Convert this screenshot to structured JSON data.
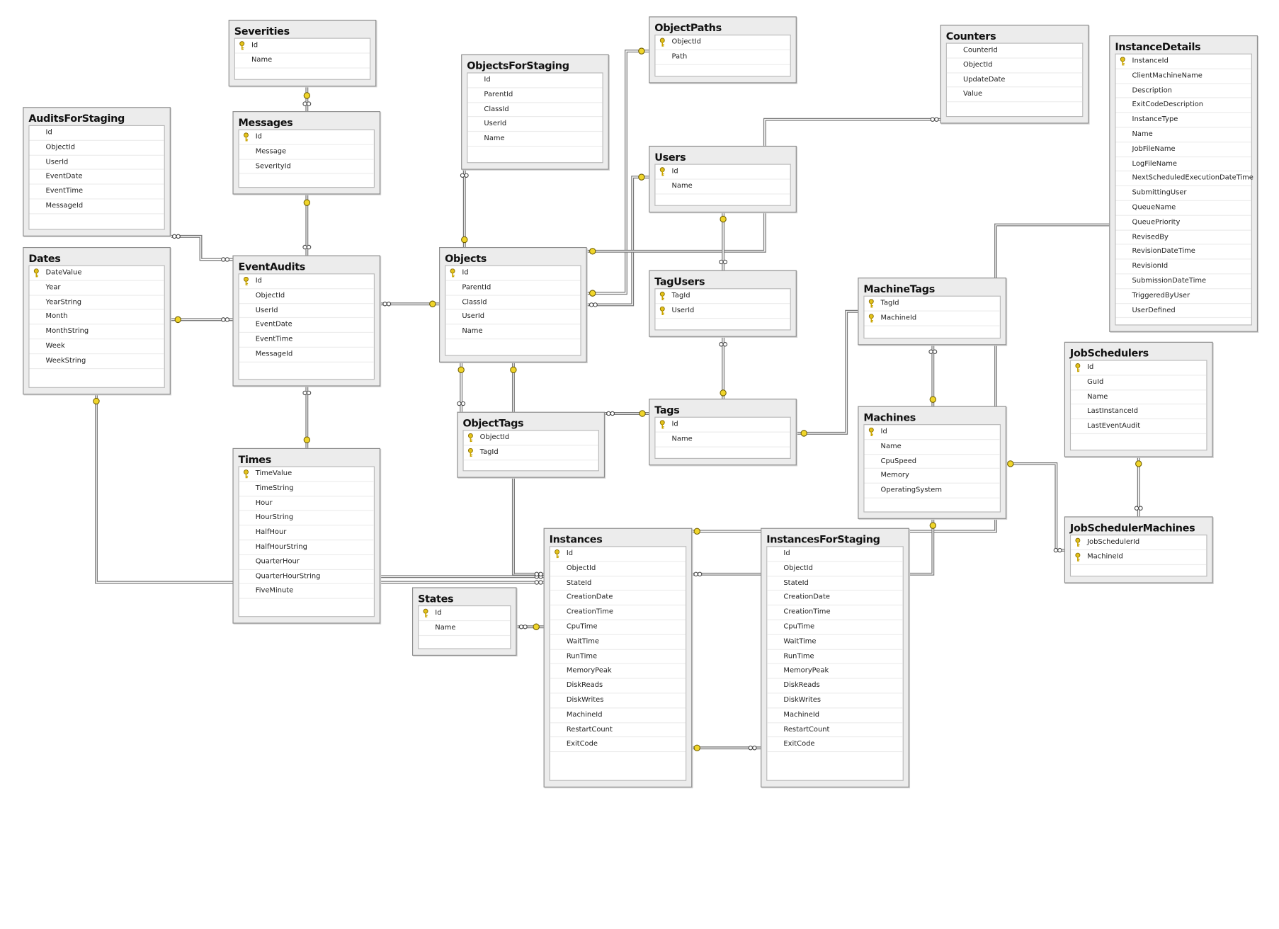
{
  "colors": {
    "line": "#7a7a7a",
    "inner_line": "#ffffff",
    "key": "#e3c21a",
    "endpoint": "#f0d52a"
  },
  "tables": [
    {
      "name": "Severities",
      "columns": [
        {
          "name": "Id",
          "pk": true
        },
        {
          "name": "Name",
          "pk": false
        }
      ]
    },
    {
      "name": "Messages",
      "columns": [
        {
          "name": "Id",
          "pk": true
        },
        {
          "name": "Message",
          "pk": false
        },
        {
          "name": "SeverityId",
          "pk": false
        }
      ]
    },
    {
      "name": "AuditsForStaging",
      "columns": [
        {
          "name": "Id",
          "pk": false
        },
        {
          "name": "ObjectId",
          "pk": false
        },
        {
          "name": "UserId",
          "pk": false
        },
        {
          "name": "EventDate",
          "pk": false
        },
        {
          "name": "EventTime",
          "pk": false
        },
        {
          "name": "MessageId",
          "pk": false
        }
      ]
    },
    {
      "name": "Dates",
      "columns": [
        {
          "name": "DateValue",
          "pk": true
        },
        {
          "name": "Year",
          "pk": false
        },
        {
          "name": "YearString",
          "pk": false
        },
        {
          "name": "Month",
          "pk": false
        },
        {
          "name": "MonthString",
          "pk": false
        },
        {
          "name": "Week",
          "pk": false
        },
        {
          "name": "WeekString",
          "pk": false
        }
      ]
    },
    {
      "name": "EventAudits",
      "columns": [
        {
          "name": "Id",
          "pk": true
        },
        {
          "name": "ObjectId",
          "pk": false
        },
        {
          "name": "UserId",
          "pk": false
        },
        {
          "name": "EventDate",
          "pk": false
        },
        {
          "name": "EventTime",
          "pk": false
        },
        {
          "name": "MessageId",
          "pk": false
        }
      ]
    },
    {
      "name": "Times",
      "columns": [
        {
          "name": "TimeValue",
          "pk": true
        },
        {
          "name": "TimeString",
          "pk": false
        },
        {
          "name": "Hour",
          "pk": false
        },
        {
          "name": "HourString",
          "pk": false
        },
        {
          "name": "HalfHour",
          "pk": false
        },
        {
          "name": "HalfHourString",
          "pk": false
        },
        {
          "name": "QuarterHour",
          "pk": false
        },
        {
          "name": "QuarterHourString",
          "pk": false
        },
        {
          "name": "FiveMinute",
          "pk": false
        }
      ]
    },
    {
      "name": "ObjectsForStaging",
      "columns": [
        {
          "name": "Id",
          "pk": false
        },
        {
          "name": "ParentId",
          "pk": false
        },
        {
          "name": "ClassId",
          "pk": false
        },
        {
          "name": "UserId",
          "pk": false
        },
        {
          "name": "Name",
          "pk": false
        }
      ]
    },
    {
      "name": "Objects",
      "columns": [
        {
          "name": "Id",
          "pk": true
        },
        {
          "name": "ParentId",
          "pk": false
        },
        {
          "name": "ClassId",
          "pk": false
        },
        {
          "name": "UserId",
          "pk": false
        },
        {
          "name": "Name",
          "pk": false
        }
      ]
    },
    {
      "name": "ObjectTags",
      "columns": [
        {
          "name": "ObjectId",
          "pk": true
        },
        {
          "name": "TagId",
          "pk": true
        }
      ]
    },
    {
      "name": "States",
      "columns": [
        {
          "name": "Id",
          "pk": true
        },
        {
          "name": "Name",
          "pk": false
        }
      ]
    },
    {
      "name": "ObjectPaths",
      "columns": [
        {
          "name": "ObjectId",
          "pk": true
        },
        {
          "name": "Path",
          "pk": false
        }
      ]
    },
    {
      "name": "Users",
      "columns": [
        {
          "name": "Id",
          "pk": true
        },
        {
          "name": "Name",
          "pk": false
        }
      ]
    },
    {
      "name": "TagUsers",
      "columns": [
        {
          "name": "TagId",
          "pk": true
        },
        {
          "name": "UserId",
          "pk": true
        }
      ]
    },
    {
      "name": "Tags",
      "columns": [
        {
          "name": "Id",
          "pk": true
        },
        {
          "name": "Name",
          "pk": false
        }
      ]
    },
    {
      "name": "Counters",
      "columns": [
        {
          "name": "CounterId",
          "pk": false
        },
        {
          "name": "ObjectId",
          "pk": false
        },
        {
          "name": "UpdateDate",
          "pk": false
        },
        {
          "name": "Value",
          "pk": false
        }
      ]
    },
    {
      "name": "MachineTags",
      "columns": [
        {
          "name": "TagId",
          "pk": true
        },
        {
          "name": "MachineId",
          "pk": true
        }
      ]
    },
    {
      "name": "Machines",
      "columns": [
        {
          "name": "Id",
          "pk": true
        },
        {
          "name": "Name",
          "pk": false
        },
        {
          "name": "CpuSpeed",
          "pk": false
        },
        {
          "name": "Memory",
          "pk": false
        },
        {
          "name": "OperatingSystem",
          "pk": false
        }
      ]
    },
    {
      "name": "Instances",
      "columns": [
        {
          "name": "Id",
          "pk": true
        },
        {
          "name": "ObjectId",
          "pk": false
        },
        {
          "name": "StateId",
          "pk": false
        },
        {
          "name": "CreationDate",
          "pk": false
        },
        {
          "name": "CreationTime",
          "pk": false
        },
        {
          "name": "CpuTime",
          "pk": false
        },
        {
          "name": "WaitTime",
          "pk": false
        },
        {
          "name": "RunTime",
          "pk": false
        },
        {
          "name": "MemoryPeak",
          "pk": false
        },
        {
          "name": "DiskReads",
          "pk": false
        },
        {
          "name": "DiskWrites",
          "pk": false
        },
        {
          "name": "MachineId",
          "pk": false
        },
        {
          "name": "RestartCount",
          "pk": false
        },
        {
          "name": "ExitCode",
          "pk": false
        }
      ]
    },
    {
      "name": "InstancesForStaging",
      "columns": [
        {
          "name": "Id",
          "pk": false
        },
        {
          "name": "ObjectId",
          "pk": false
        },
        {
          "name": "StateId",
          "pk": false
        },
        {
          "name": "CreationDate",
          "pk": false
        },
        {
          "name": "CreationTime",
          "pk": false
        },
        {
          "name": "CpuTime",
          "pk": false
        },
        {
          "name": "WaitTime",
          "pk": false
        },
        {
          "name": "RunTime",
          "pk": false
        },
        {
          "name": "MemoryPeak",
          "pk": false
        },
        {
          "name": "DiskReads",
          "pk": false
        },
        {
          "name": "DiskWrites",
          "pk": false
        },
        {
          "name": "MachineId",
          "pk": false
        },
        {
          "name": "RestartCount",
          "pk": false
        },
        {
          "name": "ExitCode",
          "pk": false
        }
      ]
    },
    {
      "name": "InstanceDetails",
      "columns": [
        {
          "name": "InstanceId",
          "pk": true
        },
        {
          "name": "ClientMachineName",
          "pk": false
        },
        {
          "name": "Description",
          "pk": false
        },
        {
          "name": "ExitCodeDescription",
          "pk": false
        },
        {
          "name": "InstanceType",
          "pk": false
        },
        {
          "name": "Name",
          "pk": false
        },
        {
          "name": "JobFileName",
          "pk": false
        },
        {
          "name": "LogFileName",
          "pk": false
        },
        {
          "name": "NextScheduledExecutionDateTime",
          "pk": false
        },
        {
          "name": "SubmittingUser",
          "pk": false
        },
        {
          "name": "QueueName",
          "pk": false
        },
        {
          "name": "QueuePriority",
          "pk": false
        },
        {
          "name": "RevisedBy",
          "pk": false
        },
        {
          "name": "RevisionDateTime",
          "pk": false
        },
        {
          "name": "RevisionId",
          "pk": false
        },
        {
          "name": "SubmissionDateTime",
          "pk": false
        },
        {
          "name": "TriggeredByUser",
          "pk": false
        },
        {
          "name": "UserDefined",
          "pk": false
        }
      ]
    },
    {
      "name": "JobSchedulers",
      "columns": [
        {
          "name": "Id",
          "pk": true
        },
        {
          "name": "GuId",
          "pk": false
        },
        {
          "name": "Name",
          "pk": false
        },
        {
          "name": "LastInstanceId",
          "pk": false
        },
        {
          "name": "LastEventAudit",
          "pk": false
        }
      ]
    },
    {
      "name": "JobSchedulerMachines",
      "columns": [
        {
          "name": "JobSchedulerId",
          "pk": true
        },
        {
          "name": "MachineId",
          "pk": true
        }
      ]
    }
  ]
}
